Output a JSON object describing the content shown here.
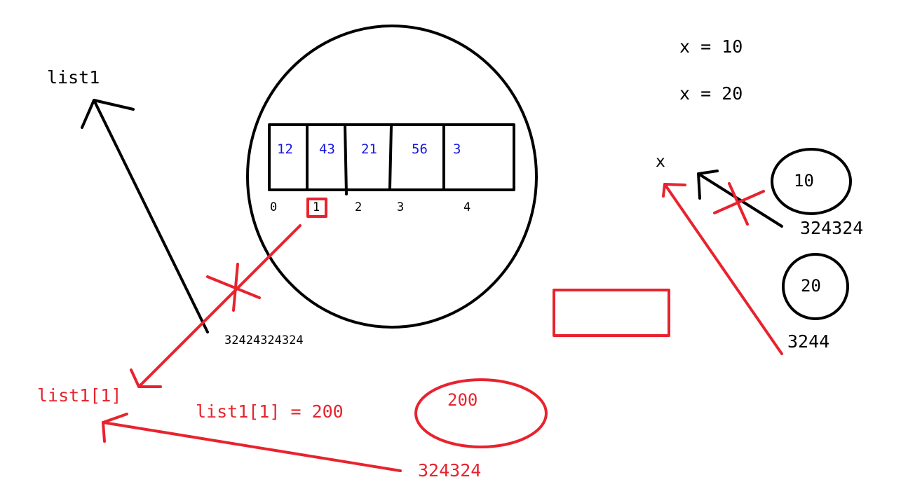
{
  "labels": {
    "list1": "list1",
    "x_eq_10": "x = 10",
    "x_eq_20": "x = 20",
    "x_var": "x",
    "list1_index_ref": "list1[1]",
    "assignment": "list1[1] = 200"
  },
  "list_cells": [
    "12",
    "43",
    "21",
    "56",
    "3"
  ],
  "list_indices": [
    "0",
    "1",
    "2",
    "3",
    "4"
  ],
  "addresses": {
    "list_object": "32424324324",
    "int_10": "324324",
    "int_20": "3244",
    "int_200": "324324"
  },
  "objects": {
    "int_10": "10",
    "int_20": "20",
    "int_200": "200"
  },
  "colors": {
    "black": "#000000",
    "red": "#e8232e",
    "blue": "#1515e0"
  }
}
